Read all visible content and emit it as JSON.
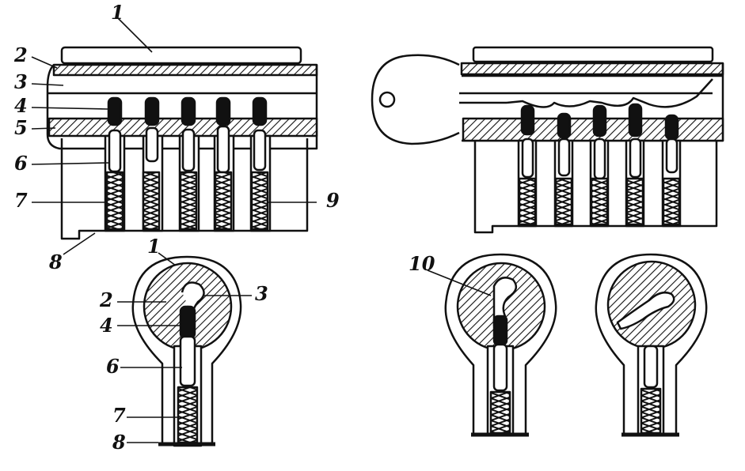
{
  "diagram": {
    "callouts_top_left": {
      "shell": "1",
      "plug_edge": "2",
      "keyway": "3",
      "driver_pin": "4",
      "shear_line": "5",
      "key_pin": "6",
      "spring": "7",
      "base": "8",
      "spring_right": "9"
    },
    "callouts_bottom_left": {
      "shell": "1",
      "plug": "2",
      "keyway": "3",
      "driver_pin": "4",
      "key_pin": "6",
      "spring": "7",
      "base": "8"
    },
    "callouts_bottom_right": {
      "key_section": "10"
    },
    "colors": {
      "ink": "#111111",
      "paper": "#ffffff"
    }
  }
}
